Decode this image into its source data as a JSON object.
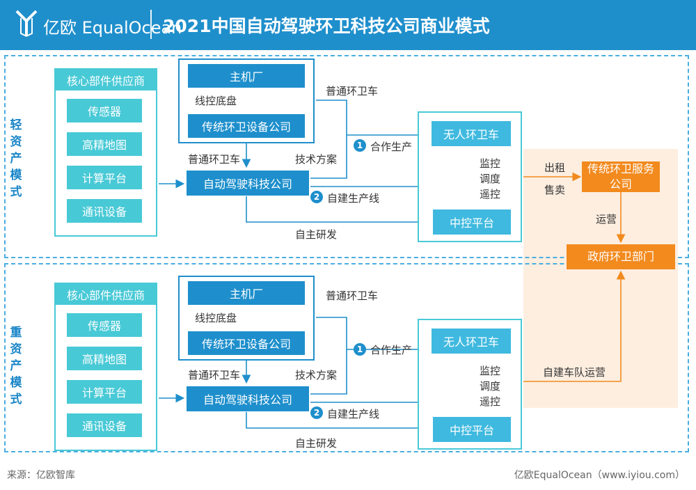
{
  "header": {
    "logo_text": "亿欧 EqualOcean",
    "title": "2021中国自动驾驶环卫科技公司商业模式"
  },
  "sections": {
    "light": {
      "label": "轻资产模式",
      "supplier_title": "核心部件供应商",
      "supplier_items": [
        "传感器",
        "高精地图",
        "计算平台",
        "通讯设备"
      ],
      "oem": "主机厂",
      "drive_by_wire": "线控底盘",
      "traditional_company": "传统环卫设备公司",
      "ordinary_vehicle_top": "普通环卫车",
      "ordinary_vehicle_left": "普通环卫车",
      "tech_solution": "技术方案",
      "ad_company": "自动驾驶科技公司",
      "coop_num": "1",
      "coop_text": "合作生产",
      "self_num": "2",
      "self_text": "自建生产线",
      "self_dev": "自主研发",
      "unmanned": "无人环卫车",
      "control_center": "中控平台",
      "monitor": "监控\n调度\n遥控"
    },
    "heavy": {
      "label": "重资产模式",
      "supplier_title": "核心部件供应商",
      "supplier_items": [
        "传感器",
        "高精地图",
        "计算平台",
        "通讯设备"
      ],
      "oem": "主机厂",
      "drive_by_wire": "线控底盘",
      "traditional_company": "传统环卫设备公司",
      "ordinary_vehicle_top": "普通环卫车",
      "ordinary_vehicle_left": "普通环卫车",
      "tech_solution": "技术方案",
      "ad_company": "自动驾驶科技公司",
      "coop_num": "1",
      "coop_text": "合作生产",
      "self_num": "2",
      "self_text": "自建生产线",
      "self_dev": "自主研发",
      "unmanned": "无人环卫车",
      "control_center": "中控平台",
      "monitor": "监控\n调度\n遥控"
    }
  },
  "right": {
    "rent": "出租",
    "sell": "售卖",
    "traditional_service": "传统环卫服务公司",
    "operate": "运营",
    "gov": "政府环卫部门",
    "self_fleet": "自建车队运营"
  },
  "footer": {
    "source": "来源：亿欧智库",
    "brand": "亿欧EqualOcean（www.iyiou.com）"
  },
  "colors": {
    "header_blue": "#1f8fcc",
    "cyan": "#48c9d6",
    "light_blue": "#3fb9df",
    "orange": "#f28a1e",
    "peach": "#fdeee0"
  }
}
